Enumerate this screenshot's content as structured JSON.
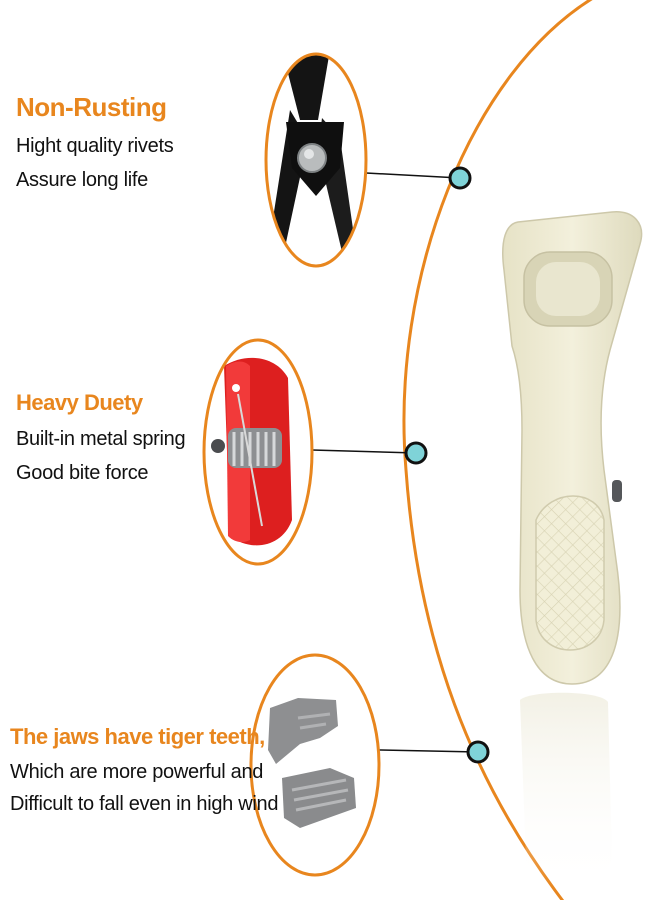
{
  "colors": {
    "accent": "#e8861e",
    "connector_dot": "#7fd3d8",
    "text": "#111111"
  },
  "features": [
    {
      "heading": "Non-Rusting",
      "lines": [
        "Hight quality rivets",
        "Assure long life"
      ]
    },
    {
      "heading": "Heavy Duety",
      "lines": [
        "Built-in metal spring",
        "Good bite force"
      ]
    },
    {
      "heading": "The jaws have tiger teeth,",
      "lines": [
        "Which are more powerful and",
        "Difficult to fall even in high wind"
      ]
    }
  ]
}
